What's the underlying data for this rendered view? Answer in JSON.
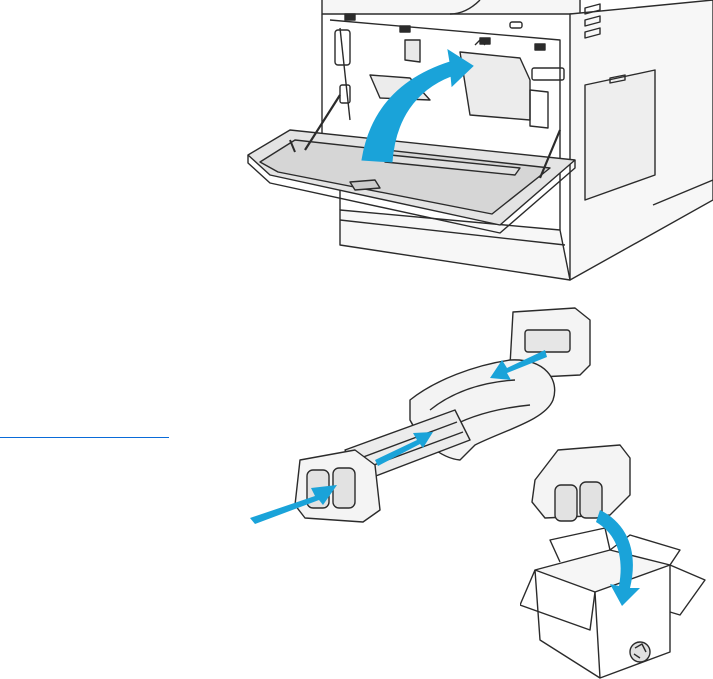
{
  "page": {
    "link_line_color": "#0a6bd8"
  },
  "illustrations": [
    {
      "name": "open-front-door-step",
      "icon": "printer-door-open-icon",
      "arrow_color": "#1aa3d9"
    },
    {
      "name": "unpack-cartridge-step",
      "icon": "toner-cartridge-icon",
      "arrow_color": "#1aa3d9"
    },
    {
      "name": "recycle-packaging-step",
      "icon": "recycle-box-icon",
      "arrow_color": "#1aa3d9"
    }
  ],
  "colors": {
    "outline": "#2b2b2b",
    "fill_light": "#f3f3f3",
    "fill_mid": "#dcdcdc",
    "arrow": "#1aa3d9"
  }
}
